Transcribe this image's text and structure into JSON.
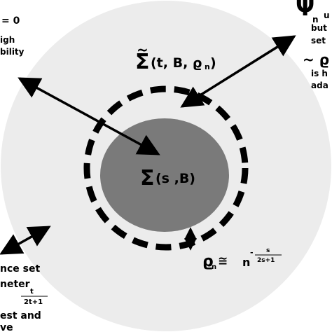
{
  "colors": {
    "background": "#ffffff",
    "outer_region": "#ececec",
    "inner_region": "#7a7a7a",
    "ink": "#000000"
  },
  "labels": {
    "outer_set": {
      "tilde_sum": "Σ",
      "args": "(t, B, ϱ",
      "sub": "n",
      "close": ")"
    },
    "inner_set": {
      "sum": "Σ",
      "args": "(s ,B)"
    },
    "radius_formula": {
      "rho": "ϱ",
      "sub": "n",
      "approx": "≅",
      "base": "n",
      "exp_minus": "-",
      "exp_num": "s",
      "exp_den": "2s+1"
    },
    "top_left": {
      "line1": "= 0",
      "line2": "igh",
      "line3": "bility"
    },
    "top_right": {
      "psi": "Ψ",
      "psi_sub": "n",
      "psi_after": "u",
      "line2": "but",
      "line3": "set",
      "tilde_rho": "~ ϱ",
      "line5": "is h",
      "line6": "ada"
    },
    "bottom_left": {
      "line1": "nce set",
      "line2": "neter",
      "frac_num": "t",
      "frac_den": "2t+1",
      "line4": "est and",
      "line5": "ve"
    }
  }
}
